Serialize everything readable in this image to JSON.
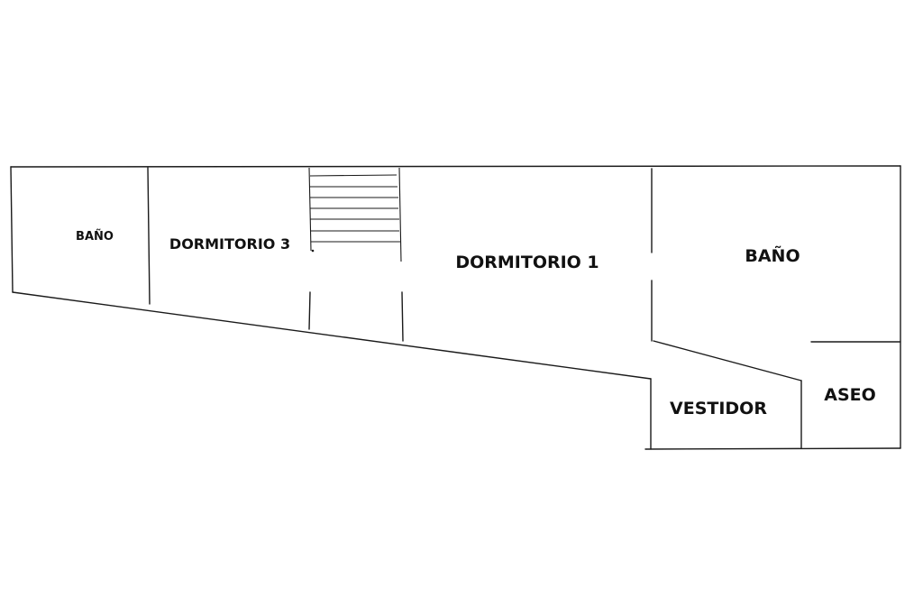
{
  "floor_plan": {
    "rooms": [
      {
        "id": "bano-small",
        "label": "BAÑO"
      },
      {
        "id": "dormitorio-3",
        "label": "DORMITORIO 3"
      },
      {
        "id": "dormitorio-1",
        "label": "DORMITORIO 1"
      },
      {
        "id": "bano-large",
        "label": "BAÑO"
      },
      {
        "id": "vestidor",
        "label": "VESTIDOR"
      },
      {
        "id": "aseo",
        "label": "ASEO"
      }
    ],
    "colors": {
      "wall": "#1a1a1a",
      "label": "#111111",
      "background": "#ffffff"
    }
  }
}
